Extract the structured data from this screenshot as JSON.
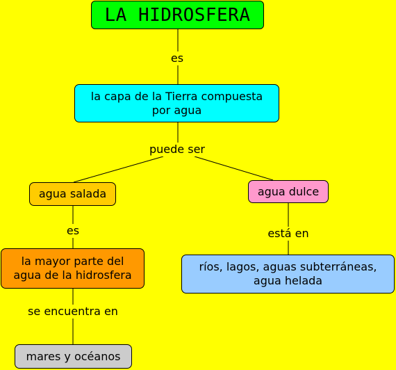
{
  "nodes": {
    "title": "LA HIDROSFERA",
    "capa": "la capa de la Tierra compuesta\npor agua",
    "salada": "agua salada",
    "dulce": "agua dulce",
    "mayor": "la mayor parte del\nagua de la hidrosfera",
    "rios": "ríos, lagos, aguas subterráneas,\nagua helada",
    "mares": "mares y océanos"
  },
  "links": {
    "es1": "es",
    "puede": "puede ser",
    "es2": "es",
    "esta": "está en",
    "se": "se encuentra en"
  },
  "colors": {
    "background": "#ffff00",
    "title": "#00ff00",
    "capa": "#00ffff",
    "salada": "#ffcc00",
    "dulce": "#ff99cc",
    "mayor": "#ff9900",
    "rios": "#99ccff",
    "mares": "#cccccc"
  }
}
